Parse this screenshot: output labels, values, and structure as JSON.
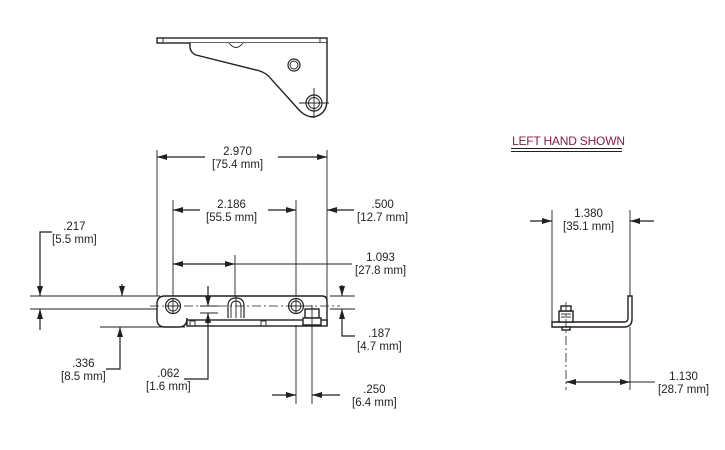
{
  "drawing": {
    "title_note": "LEFT HAND SHOWN",
    "accent_color": "#8b1a4a",
    "line_color": "#231f20",
    "views": [
      "top-view",
      "front-view",
      "side-view"
    ]
  },
  "dimensions": {
    "overall_width": {
      "inch": "2.970",
      "mm": "[75.4 mm]"
    },
    "hole_spacing": {
      "inch": "2.186",
      "mm": "[55.5 mm]"
    },
    "edge_offset": {
      "inch": ".500",
      "mm": "[12.7 mm]"
    },
    "half_spacing": {
      "inch": "1.093",
      "mm": "[27.8 mm]"
    },
    "hole_height": {
      "inch": ".217",
      "mm": "[5.5 mm]"
    },
    "body_height": {
      "inch": ".336",
      "mm": "[8.5 mm]"
    },
    "plate_thickness": {
      "inch": ".062",
      "mm": "[1.6 mm]"
    },
    "stud_height": {
      "inch": ".187",
      "mm": "[4.7 mm]"
    },
    "stud_offset": {
      "inch": ".250",
      "mm": "[6.4 mm]"
    },
    "side_width": {
      "inch": "1.380",
      "mm": "[35.1 mm]"
    },
    "side_depth": {
      "inch": "1.130",
      "mm": "[28.7 mm]"
    }
  }
}
